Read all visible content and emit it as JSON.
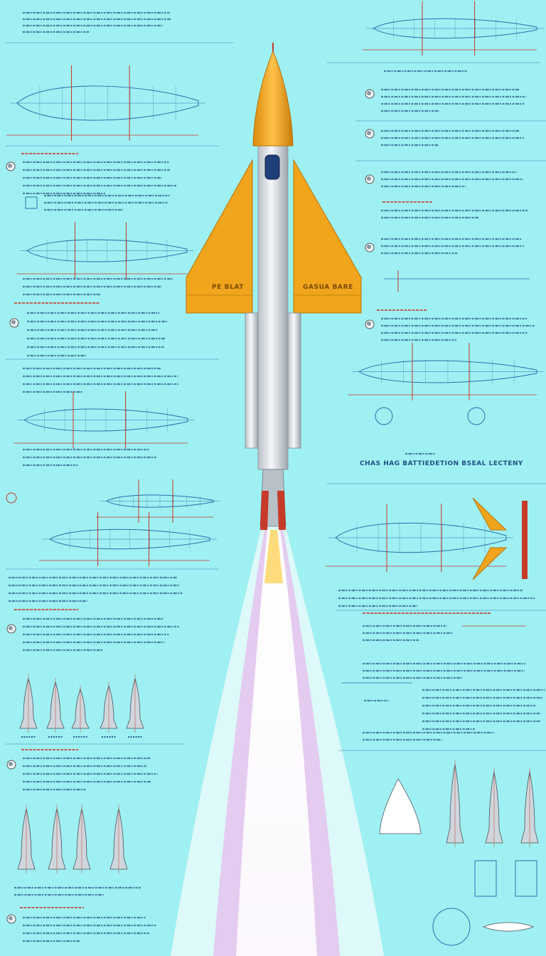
{
  "headings": {
    "main_heading": "CHAS HAG BATTIEDETION BSEAL LECTENY"
  },
  "rocket": {
    "left_wing_text": "PE BLAT",
    "right_wing_text": "GASUA BARE"
  },
  "colors": {
    "background": "#9ff0f2",
    "blueprint_line": "#2a6fb0",
    "dimension_red": "#c63a2a",
    "rocket_orange": "#f0a51d",
    "rocket_body": "#e9ecef",
    "exhaust_pink": "#e9a6e8"
  }
}
